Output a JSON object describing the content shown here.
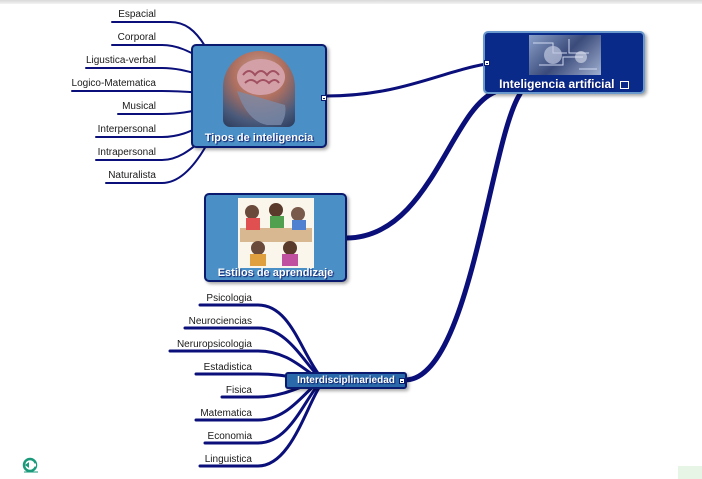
{
  "central": {
    "label": "Inteligencia artificial",
    "image": "robot-face-circuit-image"
  },
  "tipos": {
    "label": "Tipos de inteligencia",
    "image": "brain-head-image",
    "leaves": [
      "Espacial",
      "Corporal",
      "Ligustica-verbal",
      "Logico-Matematica",
      "Musical",
      "Interpersonal",
      "Intrapersonal",
      "Naturalista"
    ]
  },
  "estilos": {
    "label": "Estilos de aprendizaje",
    "image": "children-studying-image"
  },
  "inter": {
    "label": "Interdisciplinariedad",
    "leaves": [
      "Psicologia",
      "Neurociencias",
      "Neruropsicologia",
      "Estadistica",
      "Fisica",
      "Matematica",
      "Economia",
      "Linguistica"
    ]
  },
  "colors": {
    "line": "#0a0f7a",
    "node_blue": "#4a90c6",
    "central_bg": "#0a2a8a"
  },
  "icons": {
    "back": "back-arrow-icon",
    "computer": "computer-icon"
  }
}
